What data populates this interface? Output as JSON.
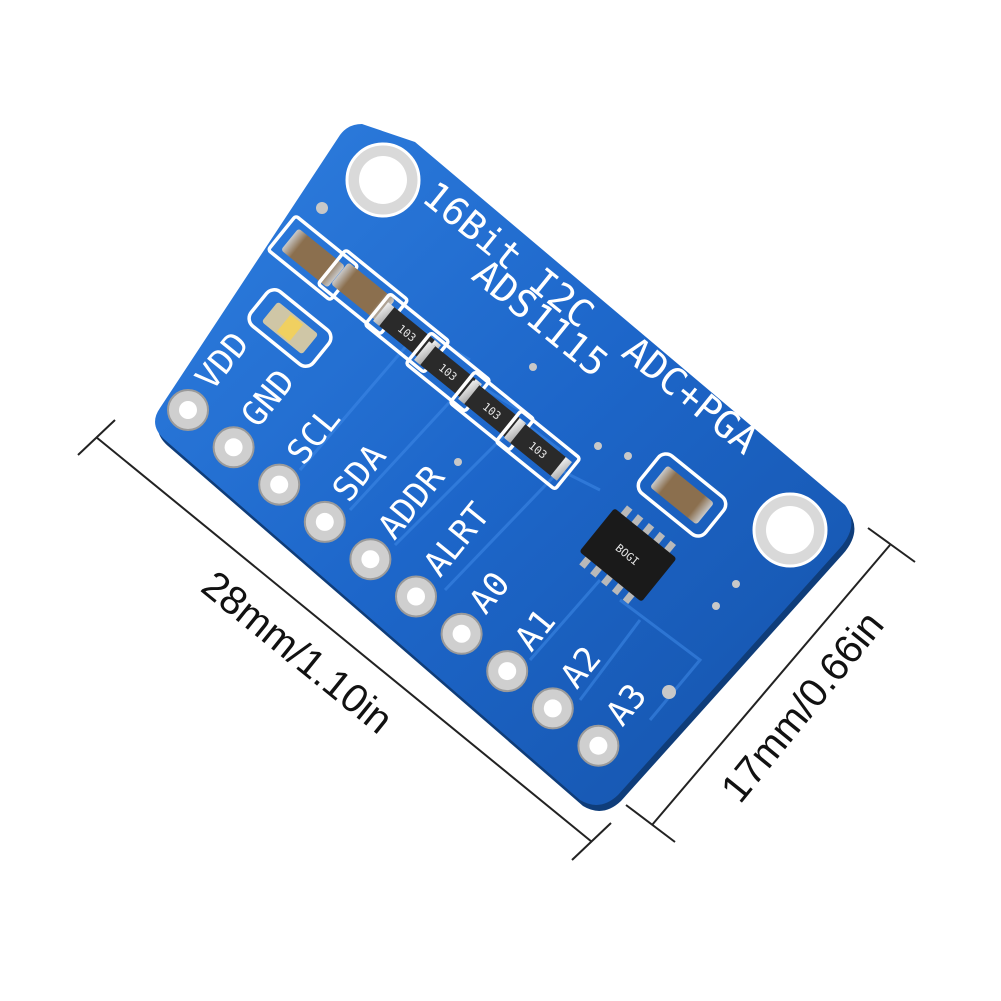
{
  "board": {
    "title_line1": "16Bit I2C",
    "title_line2": "ADS1115",
    "title_line3": "ADC+PGA",
    "pins": [
      "VDD",
      "GND",
      "SCL",
      "SDA",
      "ADDR",
      "ALRT",
      "A0",
      "A1",
      "A2",
      "A3"
    ],
    "resistor_codes": [
      "103",
      "103",
      "103",
      "103"
    ],
    "chip_marking": "BOGI",
    "pcb_color": "#1b63c6",
    "silk_color": "#ffffff"
  },
  "dimensions": {
    "length_label": "28mm/1.10in",
    "width_label": "17mm/0.66in"
  }
}
